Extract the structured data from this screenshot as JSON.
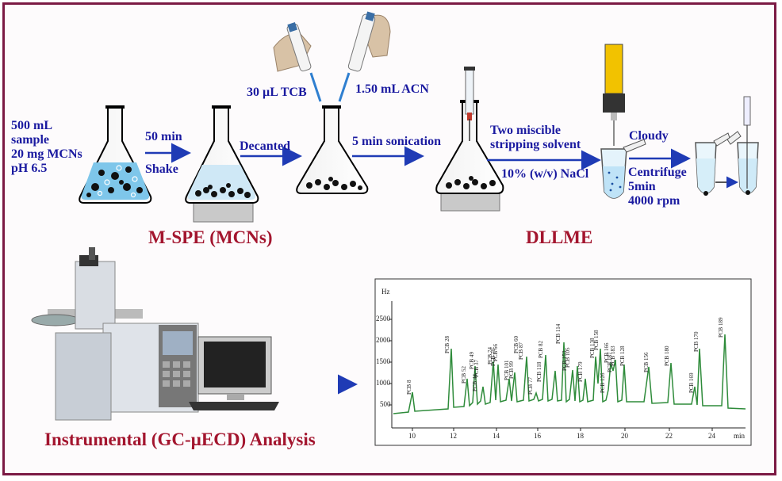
{
  "colors": {
    "frame": "#7b1a44",
    "label_blue": "#1a1aa0",
    "title_red": "#a3152e",
    "arrow": "#1f3bb5",
    "liquid": "#7ec6ea",
    "particle": "#111111"
  },
  "steps": {
    "sample": "500 mL\nsample\n20 mg MCNs\npH 6.5",
    "time": "50 min",
    "shake": "Shake",
    "decanted": "Decanted",
    "tcb": "30 µL TCB",
    "acn": "1.50 mL ACN",
    "sonication": "5 min sonication",
    "stripping": "Two miscible\nstripping solvent",
    "nacl": "10% (w/v) NaCl",
    "cloudy": "Cloudy",
    "centrifuge": "Centrifuge\n5min\n4000 rpm"
  },
  "titles": {
    "mspe": "M-SPE (MCNs)",
    "dllme": "DLLME",
    "analysis": "Instrumental (GC-µECD) Analysis"
  },
  "chromatogram": {
    "y_unit": "Hz",
    "x_unit": "min",
    "y_ticks": [
      "2500",
      "2000",
      "1500",
      "1000",
      "500"
    ],
    "x_ticks": [
      "10",
      "12",
      "14",
      "16",
      "18",
      "20",
      "22",
      "24"
    ],
    "peaks": [
      "PCB 8",
      "PCB 28",
      "PCB 52",
      "PCB 49",
      "PCB 44",
      "PCB 37",
      "PCB 74",
      "PCB 70",
      "PCB 66",
      "PCB 101",
      "PCB 99",
      "PCB 60",
      "PCB 77",
      "PCB 87",
      "PCB 118",
      "PCB 82",
      "PCB 114",
      "PCB 153",
      "PCB 105",
      "PCB 179",
      "PCB 138",
      "PCB 158",
      "PCB 126",
      "PCB 166",
      "PCB 187",
      "PCB 183",
      "PCB 128",
      "PCB 156",
      "PCB 180",
      "PCB 169",
      "PCB 170",
      "PCB 189"
    ]
  }
}
